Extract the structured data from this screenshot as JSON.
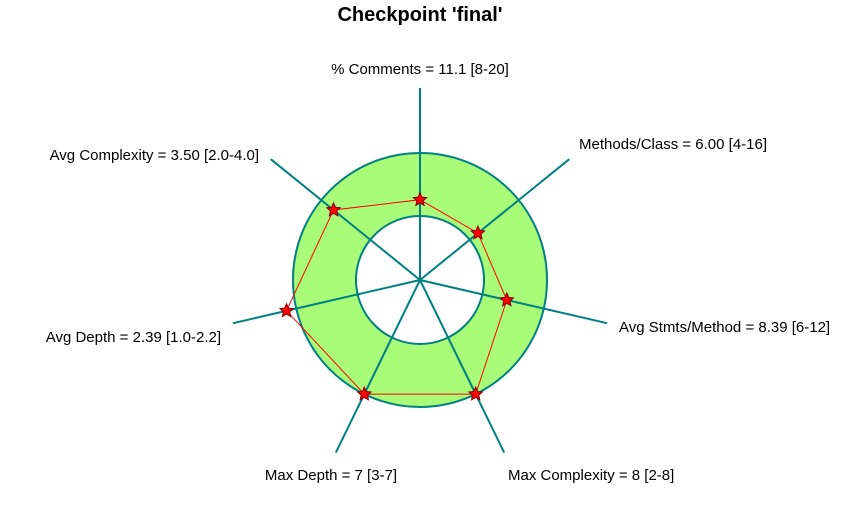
{
  "chart_data": {
    "type": "radar",
    "title": "Checkpoint 'final'",
    "colors": {
      "band_fill": "#a8fc78",
      "band_stroke": "#008080",
      "axis": "#008080",
      "series_line": "#ff0000",
      "marker_fill": "#ff0000",
      "marker_stroke": "#800000"
    },
    "metrics": [
      {
        "label": "% Comments = 11.1 [8-20]",
        "name": "% Comments",
        "value": 11.1,
        "range": [
          8,
          20
        ],
        "angle_deg": 90
      },
      {
        "label": "Methods/Class = 6.00 [4-16]",
        "name": "Methods/Class",
        "value": 6.0,
        "range": [
          4,
          16
        ],
        "angle_deg": 39
      },
      {
        "label": "Avg Stmts/Method = 8.39 [6-12]",
        "name": "Avg Stmts/Method",
        "value": 8.39,
        "range": [
          6,
          12
        ],
        "angle_deg": -13
      },
      {
        "label": "Max Complexity = 8 [2-8]",
        "name": "Max Complexity",
        "value": 8,
        "range": [
          2,
          8
        ],
        "angle_deg": -64
      },
      {
        "label": "Max Depth = 7 [3-7]",
        "name": "Max Depth",
        "value": 7,
        "range": [
          3,
          7
        ],
        "angle_deg": -116
      },
      {
        "label": "Avg Depth = 2.39 [1.0-2.2]",
        "name": "Avg Depth",
        "value": 2.39,
        "range": [
          1.0,
          2.2
        ],
        "angle_deg": -167
      },
      {
        "label": "Avg Complexity = 3.50 [2.0-4.0]",
        "name": "Avg Complexity",
        "value": 3.5,
        "range": [
          2.0,
          4.0
        ],
        "angle_deg": 141
      }
    ]
  }
}
